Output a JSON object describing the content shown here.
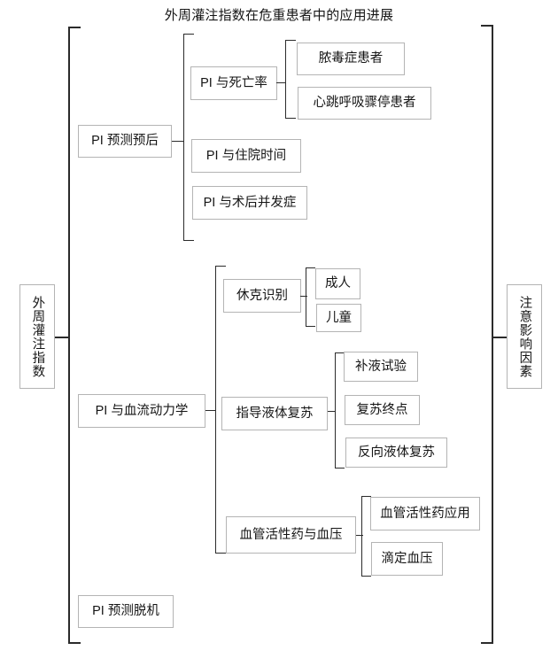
{
  "title": "外周灌注指数在危重患者中的应用进展",
  "root": {
    "label": "外周灌注指数"
  },
  "aside": {
    "label": "注意影响因素"
  },
  "branches": [
    {
      "label": "PI 预测预后",
      "children": [
        {
          "label": "PI 与死亡率",
          "children": [
            {
              "label": "脓毒症患者"
            },
            {
              "label": "心跳呼吸骤停患者"
            }
          ]
        },
        {
          "label": "PI 与住院时间"
        },
        {
          "label": "PI 与术后并发症"
        }
      ]
    },
    {
      "label": "PI 与血流动力学",
      "children": [
        {
          "label": "休克识别",
          "children": [
            {
              "label": "成人"
            },
            {
              "label": "儿童"
            }
          ]
        },
        {
          "label": "指导液体复苏",
          "children": [
            {
              "label": "补液试验"
            },
            {
              "label": "复苏终点"
            },
            {
              "label": "反向液体复苏"
            }
          ]
        },
        {
          "label": "血管活性药与血压",
          "children": [
            {
              "label": "血管活性药应用"
            },
            {
              "label": "滴定血压"
            }
          ]
        }
      ]
    },
    {
      "label": "PI 预测脱机",
      "children": []
    }
  ],
  "colors": {
    "box_border": "#b4b4b4",
    "bracket": "#2b2b2b",
    "text": "#151515",
    "background": "#ffffff"
  }
}
